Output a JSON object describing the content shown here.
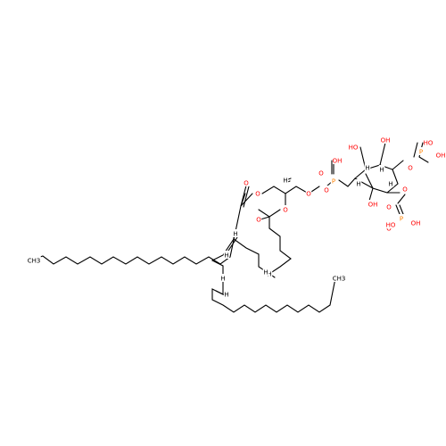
{
  "colors": {
    "background": "#ffffff",
    "bond": "#000000",
    "oxygen": "#ff0000",
    "phosphorus": "#ff8000",
    "carbon_label": "#000000"
  },
  "atom_labels": [
    {
      "text": "O",
      "element": "O"
    },
    {
      "text": "O",
      "element": "O"
    },
    {
      "text": "O",
      "element": "O"
    },
    {
      "text": "O",
      "element": "O"
    },
    {
      "text": "O",
      "element": "O"
    },
    {
      "text": "OH",
      "element": "O"
    },
    {
      "text": "P",
      "element": "P"
    },
    {
      "text": "O",
      "element": "O"
    },
    {
      "text": "O",
      "element": "O"
    },
    {
      "text": "HO",
      "element": "O"
    },
    {
      "text": "OH",
      "element": "O"
    },
    {
      "text": "OH",
      "element": "O"
    },
    {
      "text": "O",
      "element": "O"
    },
    {
      "text": "O",
      "element": "O"
    },
    {
      "text": "HO",
      "element": "O"
    },
    {
      "text": "P",
      "element": "P"
    },
    {
      "text": "OH",
      "element": "O"
    },
    {
      "text": "O",
      "element": "O"
    },
    {
      "text": "O",
      "element": "O"
    },
    {
      "text": "HO",
      "element": "O"
    },
    {
      "text": "P",
      "element": "P"
    },
    {
      "text": "OH",
      "element": "O"
    },
    {
      "text": "CH3",
      "element": "C"
    },
    {
      "text": "CH3",
      "element": "C"
    },
    {
      "text": "H",
      "element": "C"
    },
    {
      "text": "H",
      "element": "C"
    },
    {
      "text": "H",
      "element": "C"
    },
    {
      "text": "H",
      "element": "C"
    },
    {
      "text": "H",
      "element": "C"
    },
    {
      "text": "H",
      "element": "C"
    },
    {
      "text": "H",
      "element": "C"
    },
    {
      "text": "H",
      "element": "C"
    },
    {
      "text": "H",
      "element": "C"
    },
    {
      "text": "H",
      "element": "C"
    },
    {
      "text": "H",
      "element": "C"
    }
  ]
}
